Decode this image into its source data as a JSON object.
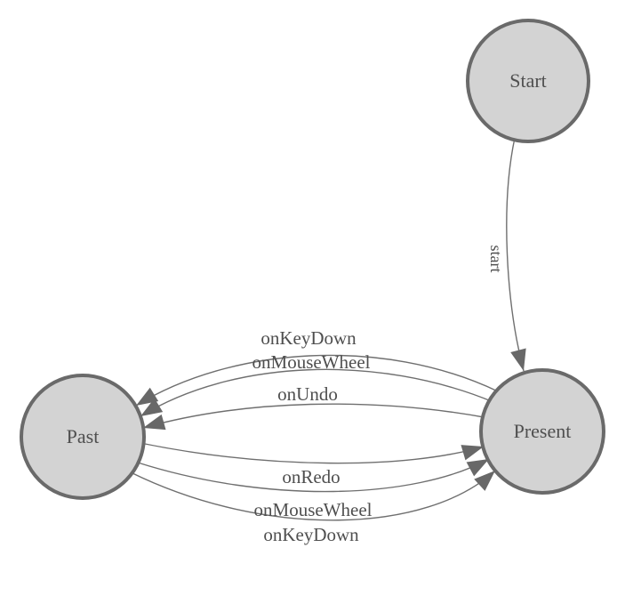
{
  "nodes": [
    {
      "id": "start",
      "label": "Start"
    },
    {
      "id": "past",
      "label": "Past"
    },
    {
      "id": "present",
      "label": "Present"
    }
  ],
  "edges": [
    {
      "from": "Start",
      "to": "Present",
      "label": "start"
    },
    {
      "from": "Present",
      "to": "Past",
      "label": "onKeyDown"
    },
    {
      "from": "Present",
      "to": "Past",
      "label": "onMouseWheel"
    },
    {
      "from": "Present",
      "to": "Past",
      "label": "onUndo"
    },
    {
      "from": "Past",
      "to": "Present",
      "label": "onRedo"
    },
    {
      "from": "Past",
      "to": "Present",
      "label": "onMouseWheel"
    },
    {
      "from": "Past",
      "to": "Present",
      "label": "onKeyDown"
    }
  ],
  "colors": {
    "background": "#ffffff",
    "node_fill": "#d3d3d3",
    "node_stroke": "#6a6a6a",
    "edge_stroke": "#6f6f6f",
    "arrow_fill": "#686868",
    "label_text": "#4f4f4f"
  }
}
